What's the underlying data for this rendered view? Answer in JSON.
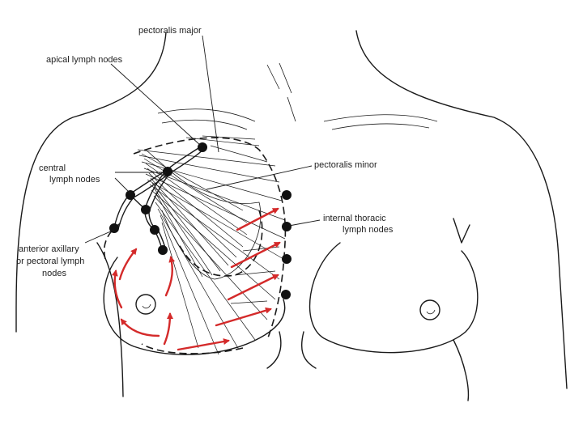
{
  "labels": {
    "pectoralis_major": "pectoralis major",
    "apical_lymph_nodes": "apical lymph nodes",
    "central_lymph_nodes_line1": "central",
    "central_lymph_nodes_line2": "lymph nodes",
    "pectoralis_minor": "pectoralis minor",
    "internal_thoracic_line1": "internal thoracic",
    "internal_thoracic_line2": "lymph nodes",
    "anterior_axillary_line1": "anterior axillary",
    "anterior_axillary_line2": "or pectoral lymph",
    "anterior_axillary_line3": "nodes"
  },
  "colors": {
    "line": "#1a1a1a",
    "node": "#111111",
    "arrow": "#d42a2a",
    "background": "#ffffff"
  }
}
